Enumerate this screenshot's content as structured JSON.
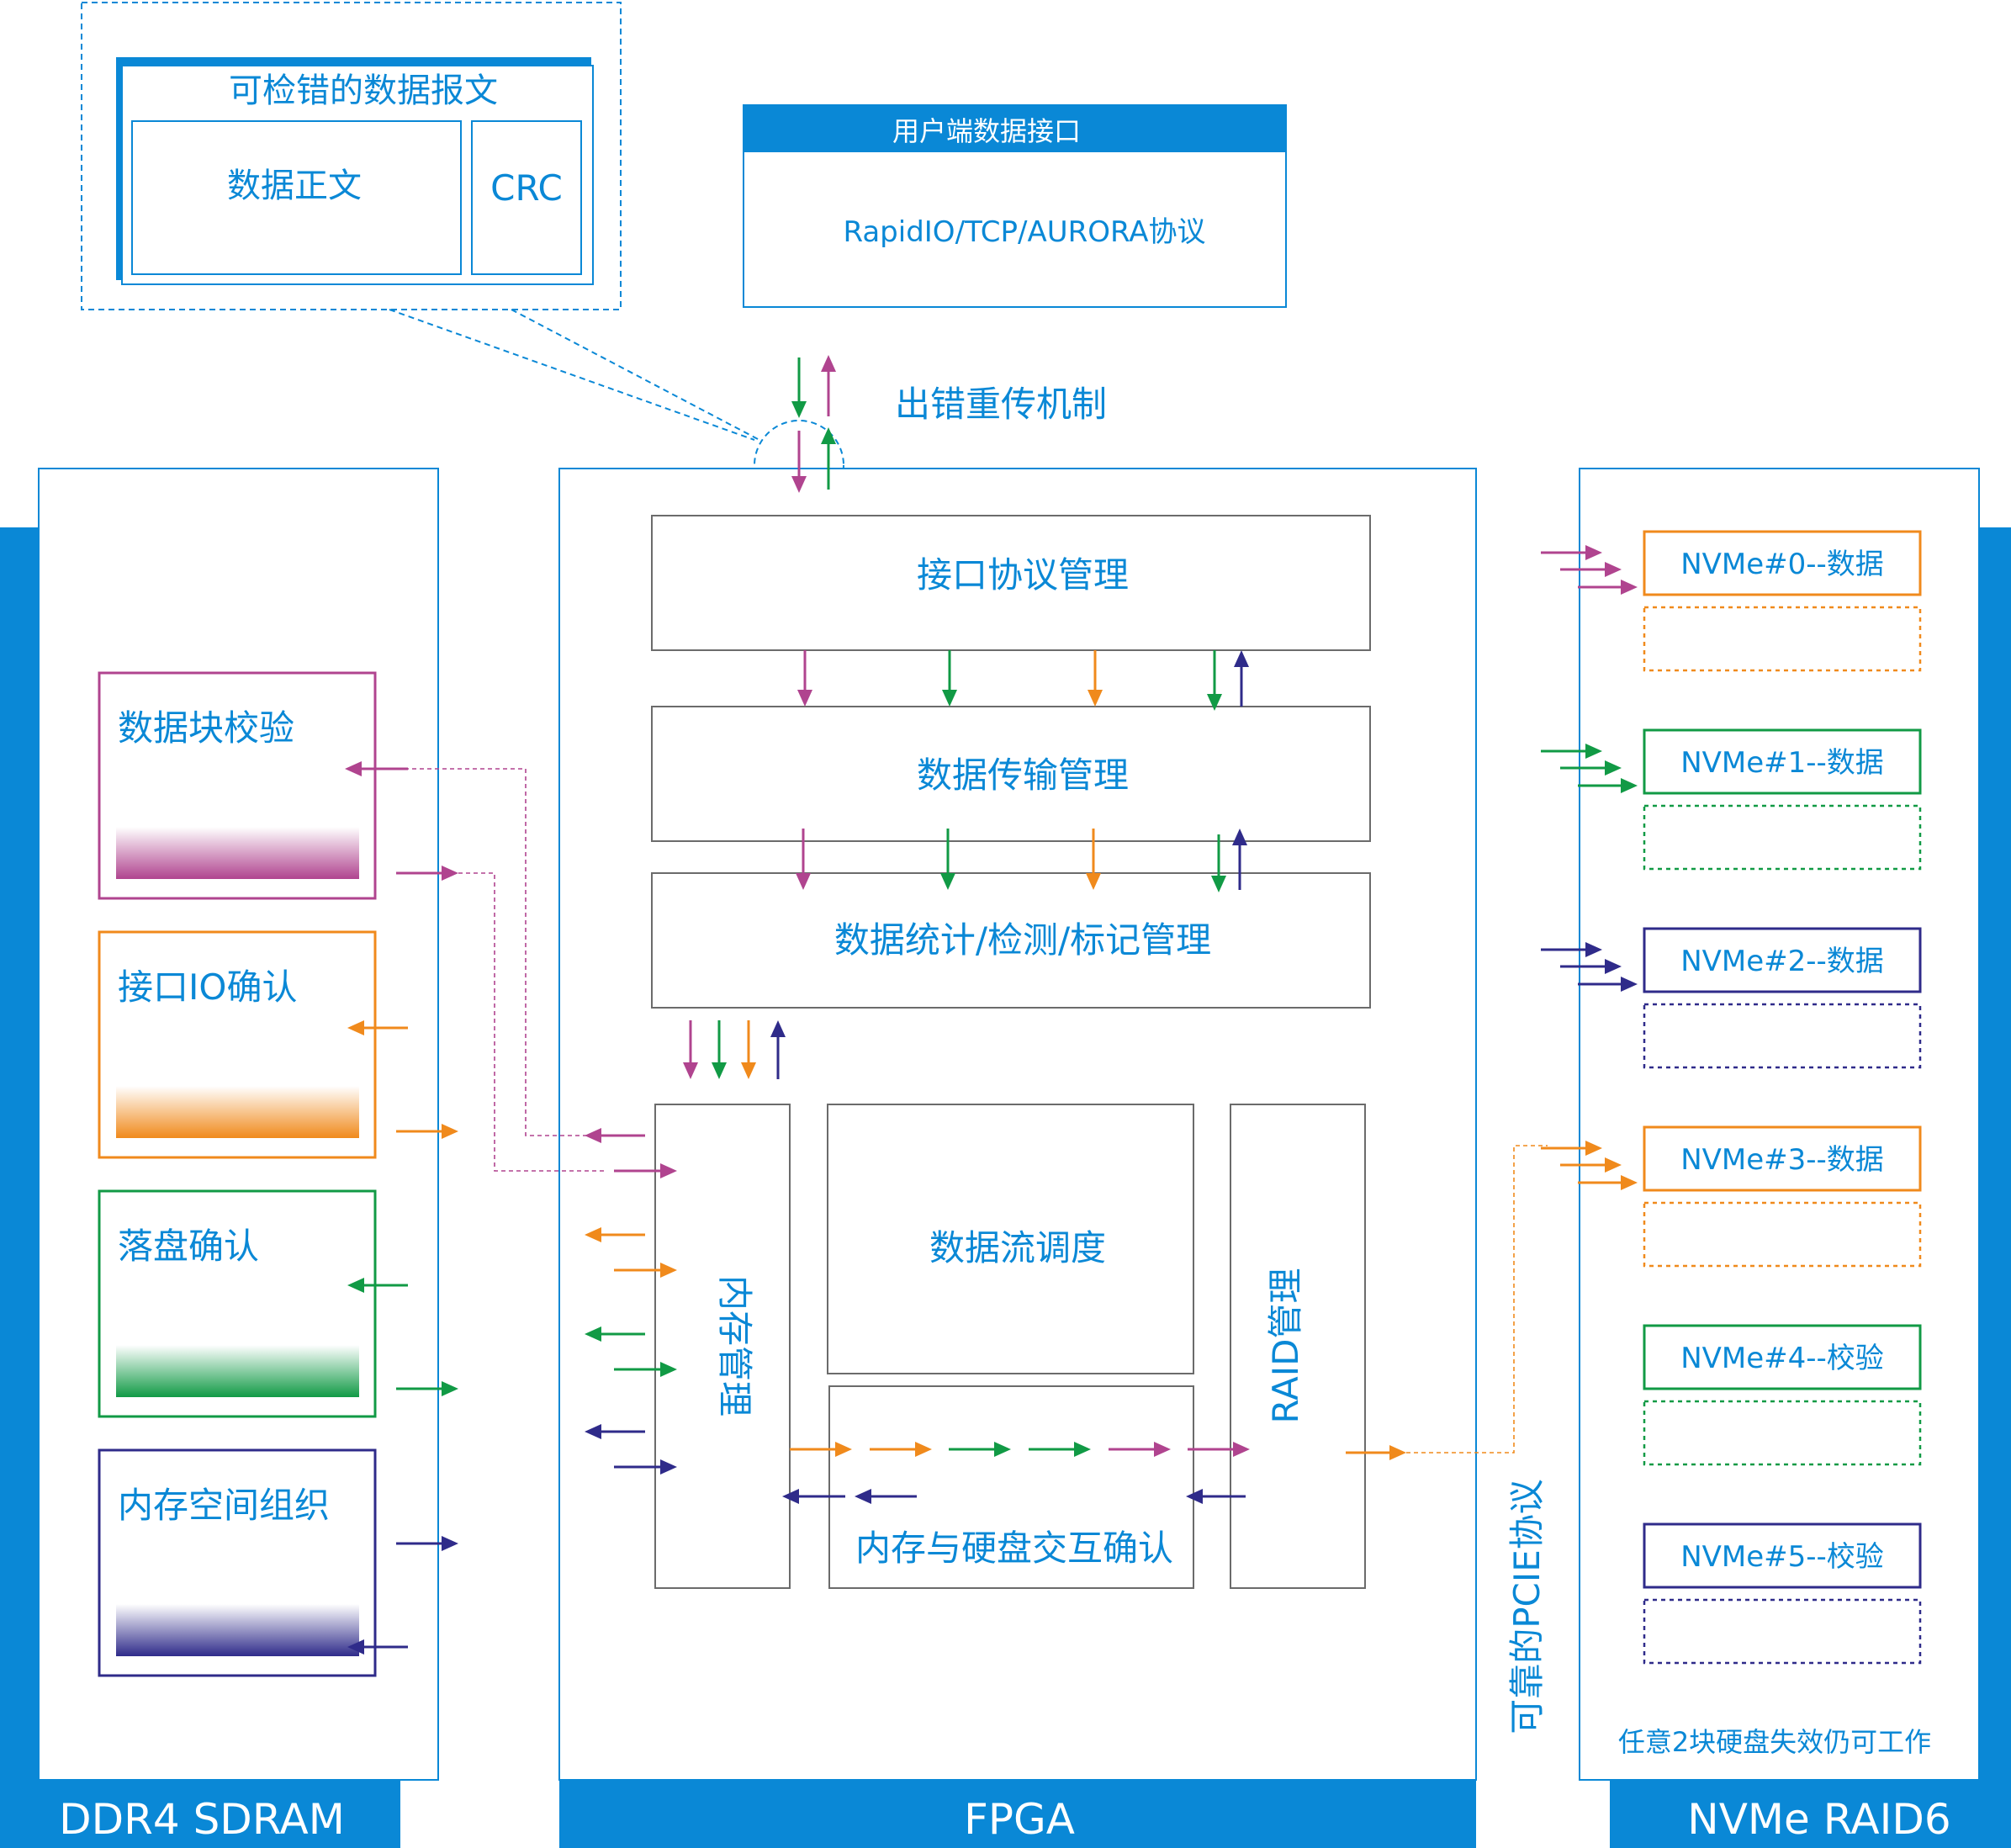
{
  "colors": {
    "blue": "#0a88d6",
    "magenta": "#b0448f",
    "green": "#119a45",
    "orange": "#f08a1c",
    "navy": "#2f2b8a",
    "gray": "#6b6b6b"
  },
  "packet": {
    "title": "可检错的数据报文",
    "body": "数据正文",
    "crc": "CRC"
  },
  "user_interface": {
    "title": "用户端数据接口",
    "protocol": "RapidIO/TCP/AURORA协议"
  },
  "retransmit_label": "出错重传机制",
  "ddr4": {
    "label": "DDR4 SDRAM",
    "items": [
      {
        "name": "数据块校验",
        "color": "magenta"
      },
      {
        "name": "接口IO确认",
        "color": "orange"
      },
      {
        "name": "落盘确认",
        "color": "green"
      },
      {
        "name": "内存空间组织",
        "color": "navy"
      }
    ]
  },
  "fpga": {
    "label": "FPGA",
    "interface_mgmt": "接口协议管理",
    "transfer_mgmt": "数据传输管理",
    "stats_mgmt": "数据统计/检测/标记管理",
    "memory_mgmt": "内存管理",
    "flow_dispatch": "数据流调度",
    "interaction_confirm": "内存与硬盘交互确认",
    "raid_mgmt": "RAID管理"
  },
  "pcie_label": "可靠的PCIE协议",
  "raid6": {
    "label": "NVMe RAID6",
    "note": "任意2块硬盘失效仍可工作",
    "disks": [
      {
        "name": "NVMe#0--数据",
        "color": "orange"
      },
      {
        "name": "NVMe#1--数据",
        "color": "green"
      },
      {
        "name": "NVMe#2--数据",
        "color": "navy"
      },
      {
        "name": "NVMe#3--数据",
        "color": "orange"
      },
      {
        "name": "NVMe#4--校验",
        "color": "green"
      },
      {
        "name": "NVMe#5--校验",
        "color": "navy"
      }
    ]
  }
}
